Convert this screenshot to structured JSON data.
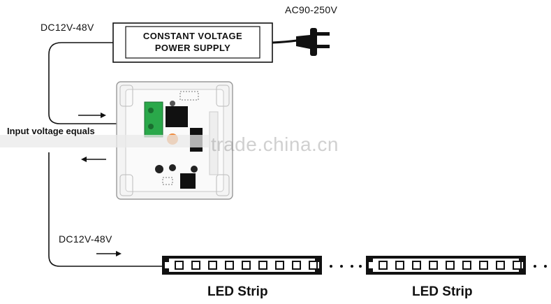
{
  "power_supply": {
    "line1": "CONSTANT VOLTAGE",
    "line2": "POWER SUPPLY"
  },
  "labels": {
    "ac_input": "AC90-250V",
    "dc_top": "DC12V-48V",
    "dc_bottom": "DC12V-48V",
    "input_note": "Input voltage equals"
  },
  "strips": [
    {
      "label": "LED Strip"
    },
    {
      "label": "LED Strip"
    }
  ],
  "watermark": "trade.china.cn",
  "colors": {
    "line": "#111111",
    "terminal_green": "#2aa84a",
    "led_orange": "#f08a3c"
  }
}
